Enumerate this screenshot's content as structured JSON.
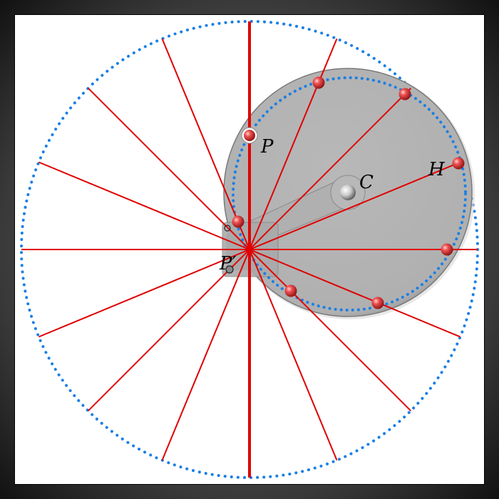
{
  "diagram": {
    "labels": {
      "P": "P",
      "P_prime": "P′",
      "C": "C",
      "H": "H"
    },
    "colors": {
      "rays": "#e00000",
      "dots": "#1a7fe6",
      "disk": "#b4b4b4",
      "ball": "#e84040"
    },
    "ray_count": 16,
    "ball_count": 9
  }
}
